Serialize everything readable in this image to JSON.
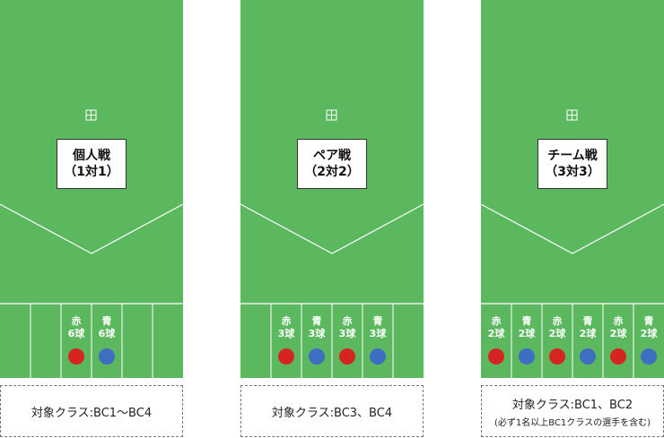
{
  "colors": {
    "court": "#5cb85f",
    "line": "#ffffff",
    "red": "#d62521",
    "blue": "#3d6ec2"
  },
  "icons": {
    "court_mark": "grid-square-icon"
  },
  "courts": [
    {
      "mode_line1": "個人戦",
      "mode_line2": "（1対1）",
      "cells": [
        {
          "col": 2,
          "color": "red",
          "label1": "赤",
          "label2": "6球"
        },
        {
          "col": 3,
          "color": "blue",
          "label1": "青",
          "label2": "6球"
        }
      ],
      "class_line1": "対象クラス:BC1〜BC4",
      "class_line2": ""
    },
    {
      "mode_line1": "ペア戦",
      "mode_line2": "（2対2）",
      "cells": [
        {
          "col": 1,
          "color": "red",
          "label1": "赤",
          "label2": "3球"
        },
        {
          "col": 2,
          "color": "blue",
          "label1": "青",
          "label2": "3球"
        },
        {
          "col": 3,
          "color": "red",
          "label1": "赤",
          "label2": "3球"
        },
        {
          "col": 4,
          "color": "blue",
          "label1": "青",
          "label2": "3球"
        }
      ],
      "class_line1": "対象クラス:BC3、BC4",
      "class_line2": ""
    },
    {
      "mode_line1": "チーム戦",
      "mode_line2": "（3対3）",
      "cells": [
        {
          "col": 0,
          "color": "red",
          "label1": "赤",
          "label2": "2球"
        },
        {
          "col": 1,
          "color": "blue",
          "label1": "青",
          "label2": "2球"
        },
        {
          "col": 2,
          "color": "red",
          "label1": "赤",
          "label2": "2球"
        },
        {
          "col": 3,
          "color": "blue",
          "label1": "青",
          "label2": "2球"
        },
        {
          "col": 4,
          "color": "red",
          "label1": "赤",
          "label2": "2球"
        },
        {
          "col": 5,
          "color": "blue",
          "label1": "青",
          "label2": "2球"
        }
      ],
      "class_line1": "対象クラス:BC1、BC2",
      "class_line2": "(必ず1名以上BC1クラスの選手を含む)"
    }
  ]
}
